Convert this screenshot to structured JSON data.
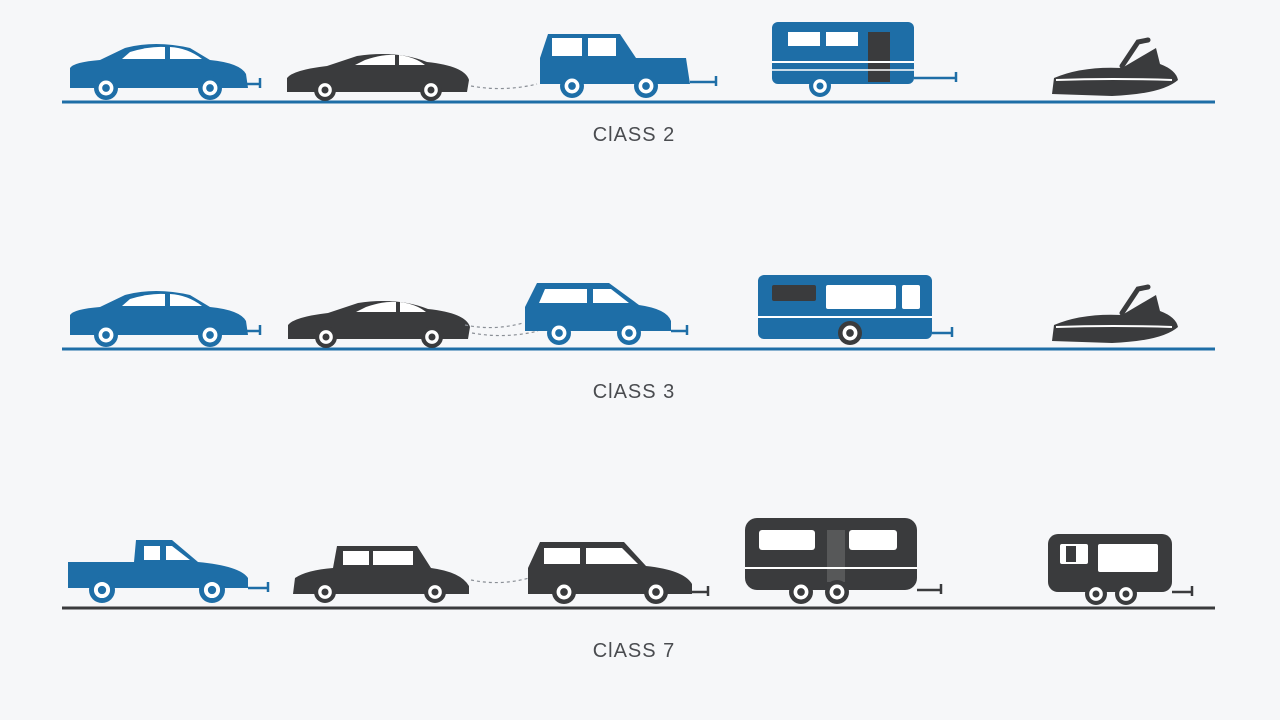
{
  "colors": {
    "blue": "#1e6ea7",
    "dark": "#3a3b3d",
    "ground_blue": "#1e6ea7",
    "ground_dark": "#3a3b3d",
    "wheel_hub": "#ffffff"
  },
  "rows": [
    {
      "label": "ClASS 2",
      "ground_color": "blue",
      "items": [
        {
          "name": "sedan-icon",
          "kind": "sedan",
          "color": "blue"
        },
        {
          "name": "sports-car-icon",
          "kind": "sports",
          "color": "dark"
        },
        {
          "name": "utility-trailer-icon",
          "kind": "boxtrailer",
          "color": "blue"
        },
        {
          "name": "camper-trailer-icon",
          "kind": "camper-small",
          "color": "blue"
        },
        {
          "name": "jet-ski-icon",
          "kind": "jetski",
          "color": "dark"
        }
      ]
    },
    {
      "label": "ClASS 3",
      "ground_color": "blue",
      "items": [
        {
          "name": "sedan-icon",
          "kind": "sedan",
          "color": "blue"
        },
        {
          "name": "sports-car-icon",
          "kind": "sports",
          "color": "dark"
        },
        {
          "name": "hatchback-icon",
          "kind": "hatch",
          "color": "blue"
        },
        {
          "name": "caravan-trailer-icon",
          "kind": "caravan",
          "color": "blue"
        },
        {
          "name": "jet-ski-icon",
          "kind": "jetski",
          "color": "dark"
        }
      ]
    },
    {
      "label": "ClASS 7",
      "ground_color": "dark",
      "items": [
        {
          "name": "pickup-truck-icon",
          "kind": "pickup",
          "color": "blue"
        },
        {
          "name": "suv-icon",
          "kind": "suv",
          "color": "dark"
        },
        {
          "name": "wagon-icon",
          "kind": "wagon",
          "color": "dark"
        },
        {
          "name": "tandem-camper-icon",
          "kind": "bigcamper",
          "color": "dark"
        },
        {
          "name": "small-camper-icon",
          "kind": "smallcamper",
          "color": "dark"
        }
      ]
    }
  ]
}
